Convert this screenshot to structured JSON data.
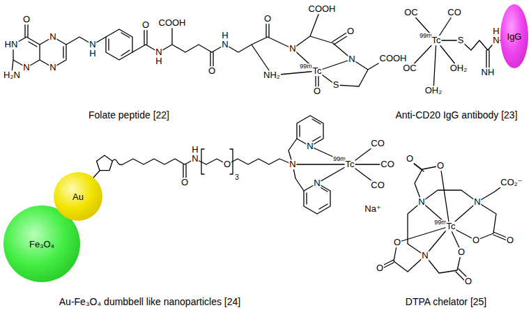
{
  "diagram": {
    "nodes": [
      {
        "text": [
          "IgG"
        ]
      },
      {
        "text": [
          "Au"
        ]
      },
      {
        "text": [
          "Fe₃O₄"
        ]
      }
    ],
    "labels": [
      "O",
      "HN",
      "H₂N",
      "N",
      "N",
      "N",
      "N",
      "H",
      "O",
      "N",
      "H",
      "COOH",
      "O",
      "N",
      "H",
      "O",
      "N",
      "COOH",
      "O",
      "N",
      "COOH",
      "99m",
      "Tc",
      "O",
      "NH₂",
      "S",
      "Folate peptide [22]",
      "OC",
      "CO",
      "99m",
      "Tc",
      "S",
      "OC",
      "OH₂",
      "OH₂",
      "H",
      "N",
      "NH",
      "Anti-CD20 IgG antibody [23]",
      "H",
      "N",
      "O",
      "O",
      "3",
      "N",
      "N",
      "99m",
      "Tc",
      "CO",
      "CO",
      "CO",
      "N",
      "Au-Fe₃O₄ dumbbell like nanoparticles [24]",
      "O",
      "O",
      "CO₂⁻",
      "N",
      "N",
      "Na⁺",
      "99m",
      "Tc",
      "O",
      "O",
      "O",
      "O",
      "N",
      "O",
      "O",
      "DTPA chelator [25]"
    ]
  }
}
